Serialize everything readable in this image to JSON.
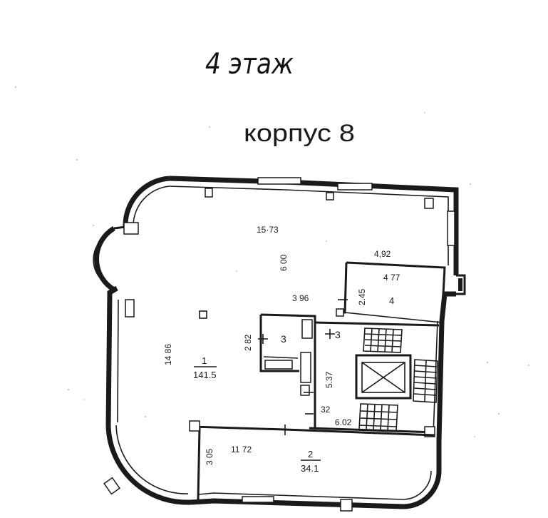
{
  "header": {
    "floor_label": "4 этаж",
    "building_label": "корпус 8"
  },
  "rooms": [
    {
      "id": "1",
      "number": "1",
      "area": "141.5"
    },
    {
      "id": "2",
      "number": "2",
      "area": "34.1"
    },
    {
      "id": "3a",
      "number": "3"
    },
    {
      "id": "3b",
      "number": "3"
    },
    {
      "id": "4",
      "number": "4"
    }
  ],
  "dimensions": {
    "d_15_73": "15·73",
    "d_6_00": "6 00",
    "d_4_92": "4,92",
    "d_4_77": "4 77",
    "d_2_45": "2.45",
    "d_3_96": "3 96",
    "d_2_82": "2 82",
    "d_14_86": "14 86",
    "d_5_37": "5.37",
    "d_32": "32",
    "d_6_02": "6.02",
    "d_11_72": "11 72",
    "d_3_05": "3 05"
  }
}
